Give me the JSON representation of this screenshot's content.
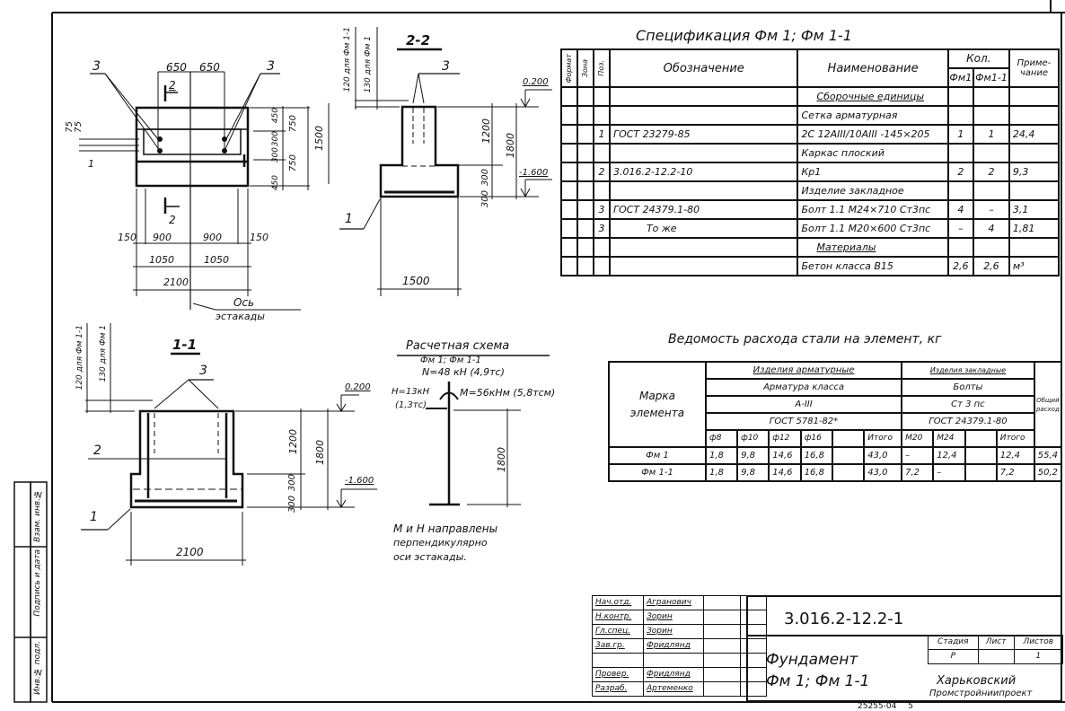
{
  "sheet": {
    "stamp_number": "25255-04",
    "stamp_page": "5"
  },
  "side_stamp": {
    "cells": [
      "Взам. инв.№",
      "Подпись и дата",
      "Инв.№ подл."
    ]
  },
  "plan_view": {
    "leader_labels": [
      "3",
      "3"
    ],
    "section_marker": "2",
    "top_dims": [
      "650",
      "650"
    ],
    "left_dims": [
      "75",
      "75",
      "1"
    ],
    "right_dims": [
      "450",
      "300",
      "300",
      "450"
    ],
    "right_dims_outer": [
      "750",
      "750"
    ],
    "overall_height": "1500",
    "bottom_dims_row1": [
      "150",
      "900",
      "900",
      "150"
    ],
    "bottom_dims_row2": [
      "1050",
      "1050"
    ],
    "bottom_dims_row3": [
      "2100"
    ],
    "axis_label_line1": "Ось",
    "axis_label_line2": "эстакады",
    "section_marker_1": "1"
  },
  "section_2_2": {
    "title": "2-2",
    "leader_top": "3",
    "leader_bottom": "1",
    "left_vertical_notes": [
      "120 для Фм 1-1",
      "130 для Фм 1"
    ],
    "elev_top": "0.200",
    "elev_bottom": "-1.600",
    "dims_right": [
      "1200",
      "300",
      "300"
    ],
    "dim_total": "1800",
    "base_width": "1500"
  },
  "section_1_1": {
    "title": "1-1",
    "leader_top": "3",
    "leader_mid": "2",
    "leader_bottom": "1",
    "left_vertical_notes": [
      "120 для Фм 1-1",
      "130 для Фм 1"
    ],
    "elev_top": "0.200",
    "elev_bottom": "-1.600",
    "dims_right": [
      "1200",
      "300",
      "300"
    ],
    "dim_total": "1800",
    "base_width": "2100"
  },
  "calc_scheme": {
    "title": "Расчетная схема",
    "subtitle": "Фм 1; Фм 1-1",
    "n_load": "N=48 кН (4,9тс)",
    "h_load_line1": "H=13кН",
    "h_load_line2": "(1,3тс)",
    "m_load": "M=56кНм (5,8тсм)",
    "height_dim": "1800",
    "note_line1": "М и Н направлены",
    "note_line2": "перпендикулярно",
    "note_line3": "оси эстакады."
  },
  "spec_table": {
    "title": "Спецификация Фм 1; Фм 1-1",
    "headers": {
      "format": "Формат",
      "zone": "Зона",
      "pos": "Поз.",
      "designation": "Обозначение",
      "name": "Наименование",
      "qty": "Кол.",
      "qty_fm1": "Фм1",
      "qty_fm11": "Фм1-1",
      "note": "Приме-чание"
    },
    "rows": [
      {
        "pos": "",
        "designation": "",
        "name": "Сборочные единицы",
        "q1": "",
        "q2": "",
        "note": "",
        "underline": true
      },
      {
        "pos": "",
        "designation": "",
        "name": "Сетка арматурная",
        "q1": "",
        "q2": "",
        "note": ""
      },
      {
        "pos": "1",
        "designation": "ГОСТ 23279-85",
        "name": "2С 12АIII/10АIII -145×205",
        "q1": "1",
        "q2": "1",
        "note": "24,4"
      },
      {
        "pos": "",
        "designation": "",
        "name": "Каркас плоский",
        "q1": "",
        "q2": "",
        "note": ""
      },
      {
        "pos": "2",
        "designation": "3.016.2-12.2-10",
        "name": "Кр1",
        "q1": "2",
        "q2": "2",
        "note": "9,3"
      },
      {
        "pos": "",
        "designation": "",
        "name": "Изделие закладное",
        "q1": "",
        "q2": "",
        "note": ""
      },
      {
        "pos": "3",
        "designation": "ГОСТ 24379.1-80",
        "name": "Болт 1.1 М24×710 Ст3пс",
        "q1": "4",
        "q2": "–",
        "note": "3,1"
      },
      {
        "pos": "3",
        "designation": "То же",
        "name": "Болт 1.1 М20×600 Ст3пс",
        "q1": "–",
        "q2": "4",
        "note": "1,81"
      },
      {
        "pos": "",
        "designation": "",
        "name": "Материалы",
        "q1": "",
        "q2": "",
        "note": "",
        "underline": true
      },
      {
        "pos": "",
        "designation": "",
        "name": "Бетон класса B15",
        "q1": "2,6",
        "q2": "2,6",
        "note": "м³"
      }
    ]
  },
  "steel_table": {
    "title": "Ведомость расхода стали на элемент, кг",
    "mark_header": "Марка элемента",
    "group1": "Изделия арматурные",
    "group1_sub": "Арматура класса",
    "group1_class": "А-III",
    "group1_gost": "ГОСТ 5781-82*",
    "group2": "Изделия закладные",
    "group2_sub": "Болты",
    "group2_class": "Ст 3 пс",
    "group2_gost": "ГОСТ 24379.1-80",
    "total_header": "Общий расход",
    "cols": [
      "ф8",
      "ф10",
      "ф12",
      "ф16",
      "",
      "Итого",
      "М20",
      "М24",
      "",
      "Итого"
    ],
    "rows": [
      {
        "mark": "Фм 1",
        "values": [
          "1,8",
          "9,8",
          "14,6",
          "16,8",
          "",
          "43,0",
          "–",
          "12,4",
          "",
          "12,4"
        ],
        "total": "55,4"
      },
      {
        "mark": "Фм 1-1",
        "values": [
          "1,8",
          "9,8",
          "14,6",
          "16,8",
          "",
          "43,0",
          "7,2",
          "–",
          "",
          "7,2"
        ],
        "total": "50,2"
      }
    ]
  },
  "title_block": {
    "roles": [
      "Нач.отд.",
      "Н.контр.",
      "Гл.спец.",
      "Зав.гр.",
      "",
      "Провер.",
      "Разраб."
    ],
    "names": [
      "Агранович",
      "Зорин",
      "Зорин",
      "Фридлянд",
      "",
      "Фридлянд",
      "Артеменко"
    ],
    "doc_code": "3.016.2-12.2-1",
    "title_line1": "Фундамент",
    "title_line2": "Фм 1; Фм 1-1",
    "stage_header": "Стадия",
    "sheet_header": "Лист",
    "sheets_header": "Листов",
    "stage_value": "Р",
    "sheet_value": "",
    "sheets_value": "1",
    "org_line1": "Харьковский",
    "org_line2": "Промстройниипроект"
  }
}
